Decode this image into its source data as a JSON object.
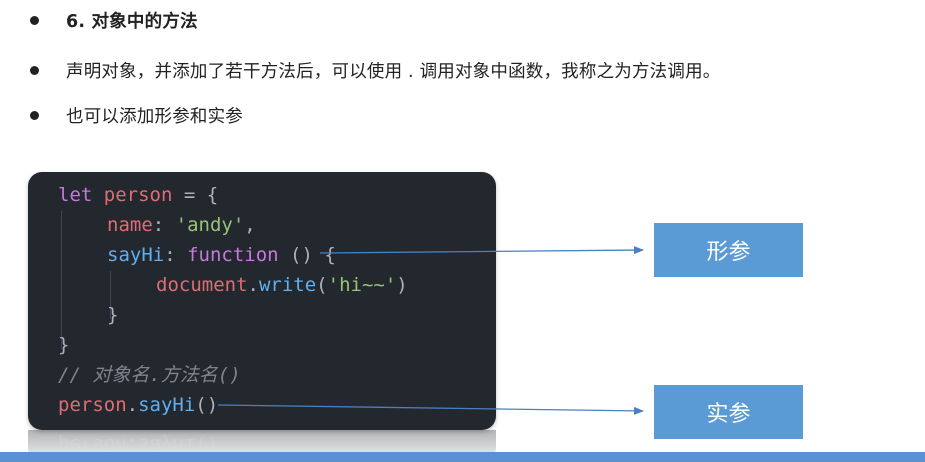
{
  "bullets": [
    "6. 对象中的方法",
    "声明对象，并添加了若干方法后，可以使用 . 调用对象中函数，我称之为方法调用。",
    "也可以添加形参和实参"
  ],
  "code": {
    "l1_kw": "let",
    "l1_var": "person",
    "l1_op": " = {",
    "l2_key": "name",
    "l2_colon": ": ",
    "l2_str": "'andy'",
    "l2_comma": ",",
    "l3_key": "sayHi",
    "l3_colon": ": ",
    "l3_kw": "function",
    "l3_rest": " () {",
    "l4_obj": "document",
    "l4_dot": ".",
    "l4_fn": "write",
    "l4_p1": "(",
    "l4_str": "'hi~~'",
    "l4_p2": ")",
    "l5": "}",
    "l6": "}",
    "l7_comment": "// 对象名.方法名()",
    "l8_var": "person",
    "l8_dot": ".",
    "l8_fn": "sayHi",
    "l8_rest": "()",
    "reflection": "person.sayHi()"
  },
  "labels": {
    "formal_param": "形参",
    "actual_param": "实参"
  },
  "colors": {
    "code_bg": "#23272e",
    "label_bg": "#5b9bd5",
    "arrow": "#4a7fc1",
    "bottom_bar": "#5b8fd6"
  }
}
